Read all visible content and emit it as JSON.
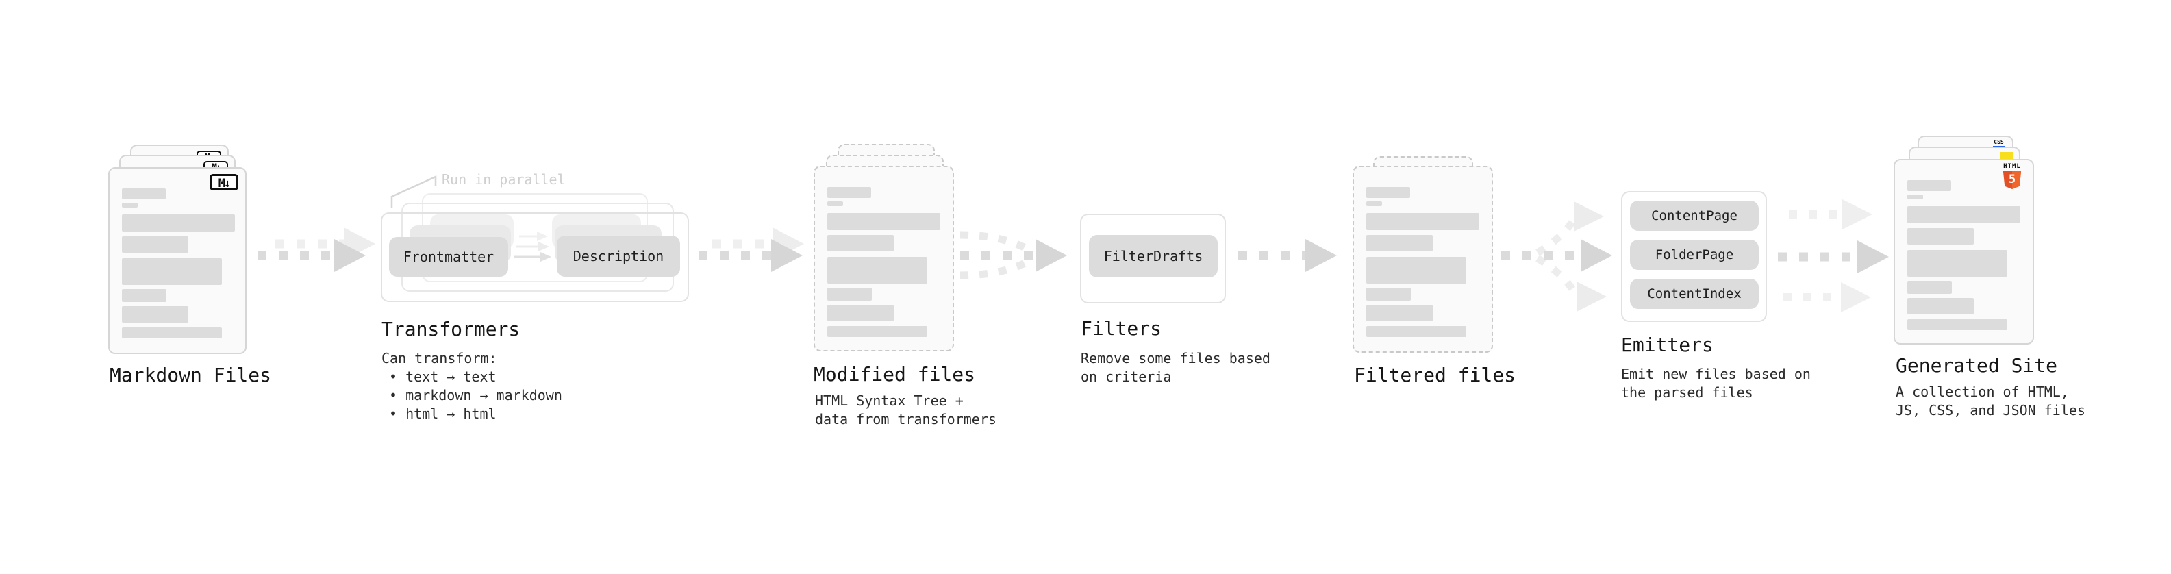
{
  "colors": {
    "card_background": "#fafafa",
    "placeholder_bar": "#dcdcdc",
    "dark_arrow": "#d9d9d9",
    "light_arrow": "#ededed",
    "annotation_gray": "#cfcfcf",
    "markdown_badge_ink": "#0f0f0f",
    "html5_orange": "#e34f26",
    "js_yellow": "#f7df1e",
    "css_blue": "#2965f1"
  },
  "sections": {
    "markdown_files": {
      "label": "Markdown Files",
      "badge": "M↓"
    },
    "transformers": {
      "label": "Transformers",
      "annotation": "Run in parallel",
      "pill_left": "Frontmatter",
      "pill_right": "Description",
      "note_title": "Can transform:",
      "notes": [
        "• text → text",
        "• markdown → markdown",
        "• html → html"
      ]
    },
    "modified_files": {
      "label": "Modified files",
      "note_lines": [
        "HTML Syntax Tree +",
        "data from transformers"
      ]
    },
    "filters": {
      "label": "Filters",
      "pill": "FilterDrafts",
      "note_lines": [
        "Remove some files based",
        "on criteria"
      ]
    },
    "filtered_files": {
      "label": "Filtered files"
    },
    "emitters": {
      "label": "Emitters",
      "pills": [
        "ContentPage",
        "FolderPage",
        "ContentIndex"
      ],
      "note_lines": [
        "Emit new files based on",
        "the parsed files"
      ]
    },
    "generated_site": {
      "label": "Generated Site",
      "note_lines": [
        "A collection of HTML,",
        "JS, CSS, and JSON files"
      ],
      "html_badge_top": "HTML",
      "html_badge_number": "5",
      "css_badge": "CSS"
    }
  }
}
